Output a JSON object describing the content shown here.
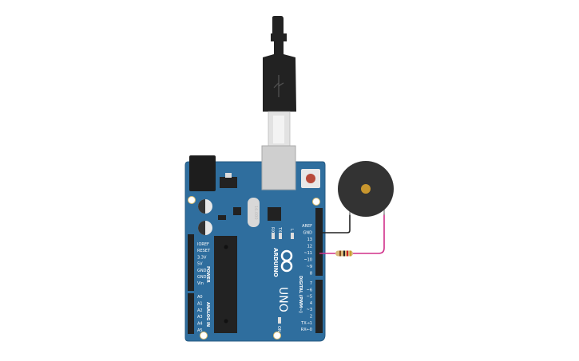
{
  "board": {
    "brand": "ARDUINO",
    "model": "UNO",
    "power_header_title": "POWER",
    "analog_header_title": "ANALOG IN",
    "digital_header_title": "DIGITAL (PWM~)",
    "led_labels": [
      "RX",
      "TX",
      "L"
    ],
    "on_label": "ON",
    "crystal_label": "16.000",
    "power_pins": [
      "IOREF",
      "RESET",
      "3.3V",
      "5V",
      "GND",
      "GND",
      "Vin"
    ],
    "analog_pins": [
      "A0",
      "A1",
      "A2",
      "A3",
      "A4",
      "A5"
    ],
    "digital_pins_top": [
      "AREF",
      "GND",
      "13",
      "12",
      "~11",
      "~10",
      "~9",
      "8"
    ],
    "digital_pins_bottom": [
      "7",
      "~6",
      "~5",
      "4",
      "~3",
      "2",
      "TX→1",
      "RX←0"
    ],
    "color": "#2f6e9e"
  },
  "components": {
    "buzzer": {
      "type": "piezo",
      "color": "#333333"
    },
    "resistor": {
      "type": "resistor"
    },
    "wires": [
      {
        "from": "GND",
        "to": "buzzer-negative",
        "color": "#222222"
      },
      {
        "from": "~11",
        "to": "resistor",
        "color": "#d0308a"
      }
    ]
  }
}
